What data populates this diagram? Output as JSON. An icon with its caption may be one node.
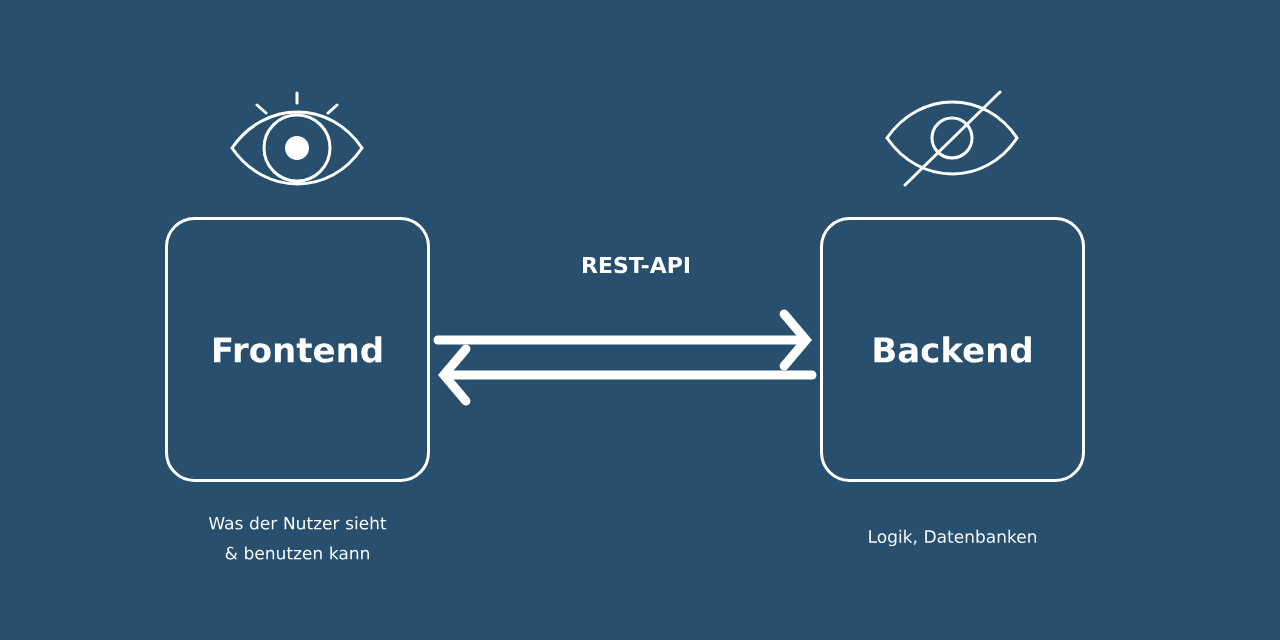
{
  "diagram": {
    "nodes": [
      {
        "text": [
          "Frontend"
        ],
        "beside": [
          "Was der Nutzer sieht & benutzen kann"
        ]
      },
      {
        "text": [
          "Backend"
        ],
        "beside": [
          "Logik, Datenbanken"
        ]
      }
    ],
    "edges": [
      {
        "from": 0,
        "to": 1,
        "arrow": "to"
      },
      {
        "from": 1,
        "to": 0,
        "arrow": "to"
      }
    ],
    "labels": [
      "REST-API"
    ]
  }
}
